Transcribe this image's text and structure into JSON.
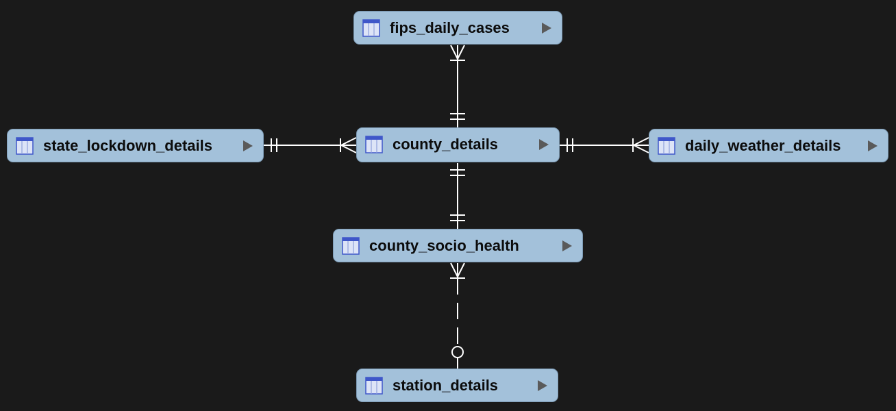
{
  "diagram": {
    "entities": [
      {
        "id": "fips",
        "name": "fips_daily_cases"
      },
      {
        "id": "state",
        "name": "state_lockdown_details"
      },
      {
        "id": "county",
        "name": "county_details"
      },
      {
        "id": "weather",
        "name": "daily_weather_details"
      },
      {
        "id": "socio",
        "name": "county_socio_health"
      },
      {
        "id": "station",
        "name": "station_details"
      }
    ],
    "relationships": [
      {
        "from": "county_details",
        "to": "fips_daily_cases",
        "from_cardinality": "one-and-only-one",
        "to_cardinality": "one-or-many",
        "style": "solid"
      },
      {
        "from": "state_lockdown_details",
        "to": "county_details",
        "from_cardinality": "one-and-only-one",
        "to_cardinality": "one-or-many",
        "style": "solid"
      },
      {
        "from": "county_details",
        "to": "daily_weather_details",
        "from_cardinality": "one-and-only-one",
        "to_cardinality": "one-or-many",
        "style": "solid"
      },
      {
        "from": "county_details",
        "to": "county_socio_health",
        "from_cardinality": "one-and-only-one",
        "to_cardinality": "one-and-only-one",
        "style": "solid"
      },
      {
        "from": "station_details",
        "to": "county_socio_health",
        "from_cardinality": "zero-or-one",
        "to_cardinality": "one-or-many",
        "style": "dashed"
      }
    ]
  },
  "colors": {
    "background": "#1a1a1a",
    "entity_fill": "#a3c1da",
    "entity_border": "#7d9bb5",
    "entity_text": "#0c0c0c",
    "connector": "#ffffff",
    "icon_blue": "#3f57c9",
    "expand_arrow": "#5a5a5a"
  },
  "icons": {
    "table": "table-icon",
    "expand": "expand-arrow-icon"
  }
}
